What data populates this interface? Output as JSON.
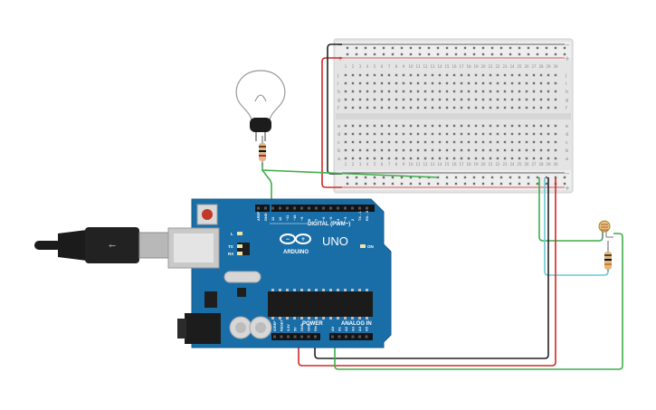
{
  "board": {
    "brand": "ARDUINO",
    "model": "UNO",
    "digital_label": "DIGITAL (PWM~)",
    "power_label": "POWER",
    "analog_label": "ANALOG IN",
    "on_label": "ON",
    "tx_label": "TX",
    "rx_label": "RX",
    "l_label": "L",
    "digital_pins": [
      "AREF",
      "GND",
      "13",
      "12",
      "~11",
      "~10",
      "~9",
      "8",
      "7",
      "~6",
      "~5",
      "4",
      "~3",
      "2",
      "TX→1",
      "RX←0"
    ],
    "power_pins": [
      "IOREF",
      "RESET",
      "3.3V",
      "5V",
      "GND",
      "GND",
      "Vin"
    ],
    "analog_pins": [
      "A0",
      "A1",
      "A2",
      "A3",
      "A4",
      "A5"
    ]
  },
  "breadboard": {
    "rail_minus": "−",
    "rail_plus": "+",
    "row_letters_top": [
      "j",
      "i",
      "h",
      "g",
      "f"
    ],
    "row_letters_bottom": [
      "e",
      "d",
      "c",
      "b",
      "a"
    ],
    "column_numbers": [
      "1",
      "2",
      "3",
      "4",
      "5",
      "6",
      "7",
      "8",
      "9",
      "10",
      "11",
      "12",
      "13",
      "14",
      "15",
      "16",
      "17",
      "18",
      "19",
      "20",
      "21",
      "22",
      "23",
      "24",
      "25",
      "26",
      "27",
      "28",
      "29",
      "30"
    ]
  },
  "colors": {
    "board": "#1a6ea8",
    "wire_red": "#d12828",
    "wire_black": "#222222",
    "wire_green": "#3fae49",
    "wire_cyan": "#6cc7d6",
    "breadboard": "#e6e6e6"
  },
  "components": {
    "bulb": "light-bulb",
    "ldr": "photoresistor",
    "resistors": 2,
    "usb": "usb-b-cable"
  }
}
